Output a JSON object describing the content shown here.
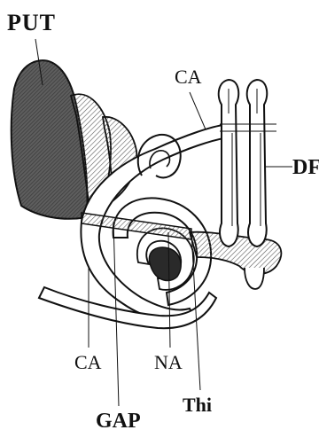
{
  "labels": {
    "put": "PUT",
    "ca_top": "CA",
    "df": "DF",
    "ca_bottom": "CA",
    "na": "NA",
    "thi": "Thi",
    "gap": "GAP"
  },
  "colors": {
    "ink": "#111111",
    "putamen_fill": "#5e5e5e",
    "hatch": "#5a5a5a",
    "paper": "#ffffff"
  }
}
